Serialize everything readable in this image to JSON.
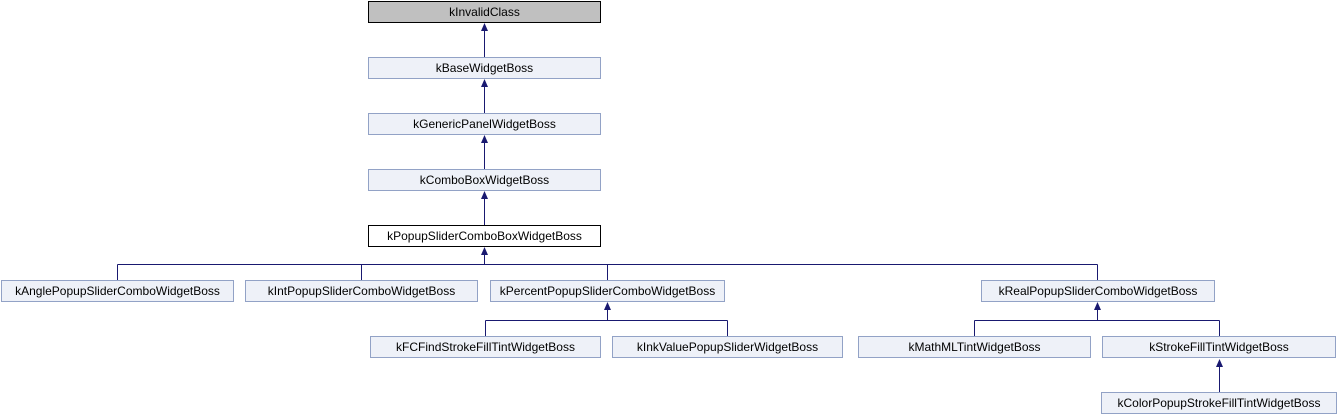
{
  "colors": {
    "background": "#ffffff",
    "edge": "#191970",
    "node_fill": "#eef1f8",
    "node_border": "#92a2c6",
    "current_node_fill": "#ffffff",
    "current_node_border": "#000000",
    "gray_node_fill": "#c0c0c0",
    "gray_node_border": "#000000",
    "label_text": "#000000"
  },
  "graph": {
    "type": "class-inheritance-diagram",
    "nodes": {
      "invalid": {
        "label": "kInvalidClass",
        "style": "gray-undocumented"
      },
      "base": {
        "label": "kBaseWidgetBoss",
        "style": "link"
      },
      "genericPanel": {
        "label": "kGenericPanelWidgetBoss",
        "style": "link"
      },
      "comboBox": {
        "label": "kComboBoxWidgetBoss",
        "style": "link"
      },
      "popupSliderCombo": {
        "label": "kPopupSliderComboBoxWidgetBoss",
        "style": "current"
      },
      "angle": {
        "label": "kAnglePopupSliderComboWidgetBoss",
        "style": "link"
      },
      "int": {
        "label": "kIntPopupSliderComboWidgetBoss",
        "style": "link"
      },
      "percent": {
        "label": "kPercentPopupSliderComboWidgetBoss",
        "style": "link"
      },
      "real": {
        "label": "kRealPopupSliderComboWidgetBoss",
        "style": "link"
      },
      "fcFind": {
        "label": "kFCFindStrokeFillTintWidgetBoss",
        "style": "link"
      },
      "inkValue": {
        "label": "kInkValuePopupSliderWidgetBoss",
        "style": "link"
      },
      "mathMl": {
        "label": "kMathMLTintWidgetBoss",
        "style": "link"
      },
      "strokeFill": {
        "label": "kStrokeFillTintWidgetBoss",
        "style": "link"
      },
      "colorPopup": {
        "label": "kColorPopupStrokeFillTintWidgetBoss",
        "style": "link"
      }
    },
    "edges": [
      {
        "from": "base",
        "to": "invalid"
      },
      {
        "from": "genericPanel",
        "to": "base"
      },
      {
        "from": "comboBox",
        "to": "genericPanel"
      },
      {
        "from": "popupSliderCombo",
        "to": "comboBox"
      },
      {
        "from": "angle",
        "to": "popupSliderCombo"
      },
      {
        "from": "int",
        "to": "popupSliderCombo"
      },
      {
        "from": "percent",
        "to": "popupSliderCombo"
      },
      {
        "from": "real",
        "to": "popupSliderCombo"
      },
      {
        "from": "fcFind",
        "to": "percent"
      },
      {
        "from": "inkValue",
        "to": "percent"
      },
      {
        "from": "mathMl",
        "to": "real"
      },
      {
        "from": "strokeFill",
        "to": "real"
      },
      {
        "from": "colorPopup",
        "to": "strokeFill"
      }
    ]
  }
}
